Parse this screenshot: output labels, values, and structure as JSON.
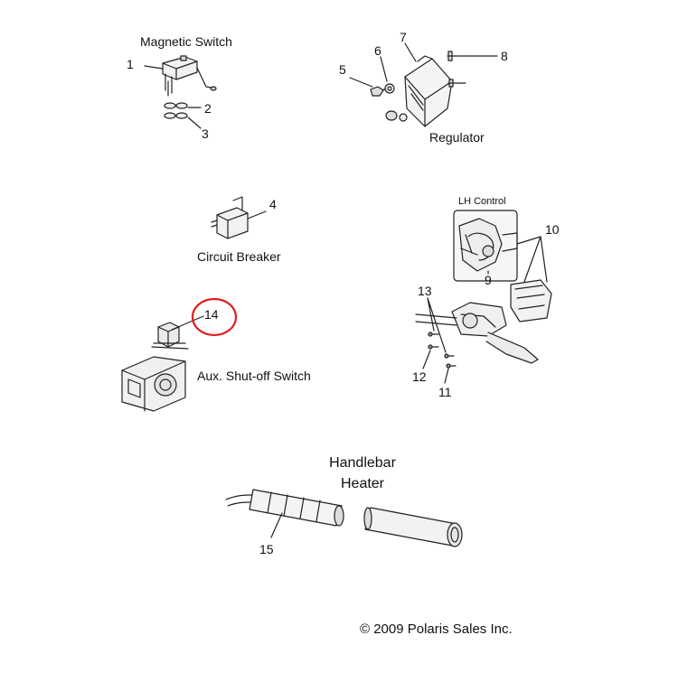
{
  "captions": {
    "magnetic_switch": "Magnetic Switch",
    "regulator": "Regulator",
    "circuit_breaker": "Circuit Breaker",
    "lh_control": "LH Control",
    "aux_shutoff_switch": "Aux. Shut-off Switch",
    "handlebar_heater_line1": "Handlebar",
    "handlebar_heater_line2": "Heater"
  },
  "callouts": [
    "1",
    "2",
    "3",
    "4",
    "5",
    "6",
    "7",
    "8",
    "9",
    "10",
    "11",
    "12",
    "13",
    "14",
    "15"
  ],
  "highlight": {
    "callout": "14",
    "color": "#e02020"
  },
  "copyright": "© 2009 Polaris Sales Inc."
}
